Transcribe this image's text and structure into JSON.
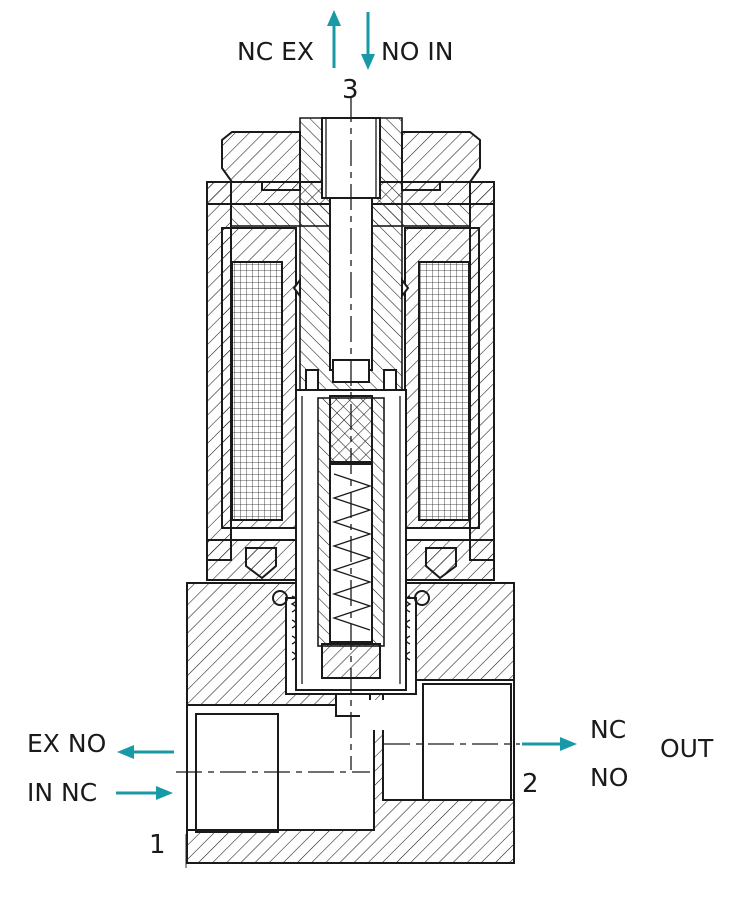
{
  "top_port": {
    "number": "3",
    "left_label": "NC EX",
    "right_label": "NO IN"
  },
  "left_port": {
    "number": "1",
    "upper_label": "EX NO",
    "lower_label": "IN NC"
  },
  "right_port": {
    "number": "2",
    "upper_label": "NC",
    "lower_label": "NO",
    "side_label": "OUT"
  },
  "colors": {
    "arrow": "#1899a6",
    "line": "#1a1a1a",
    "background": "#ffffff"
  }
}
